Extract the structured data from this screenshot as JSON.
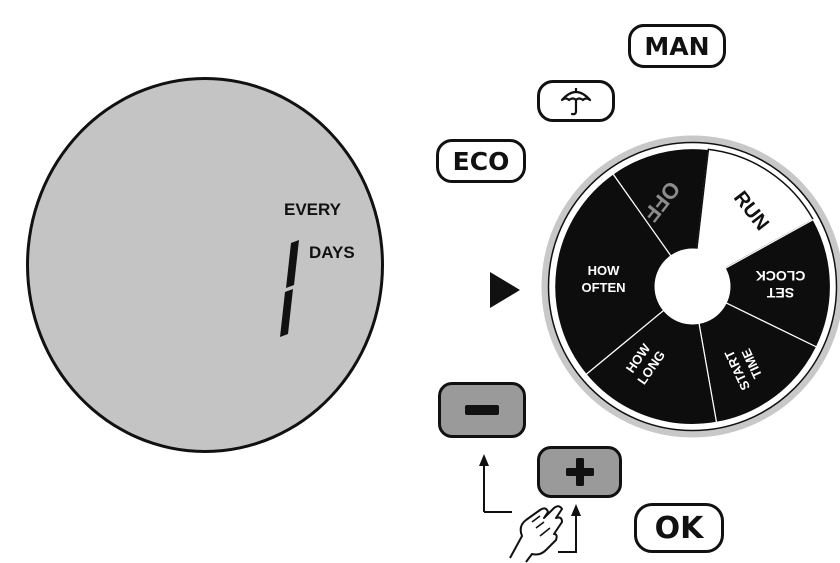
{
  "lcd": {
    "every_label": "EVERY",
    "days_label": "DAYS",
    "digit": "1"
  },
  "buttons": {
    "man_label": "MAN",
    "eco_label": "ECO",
    "ok_label": "OK",
    "rain_icon": "umbrella-icon",
    "minus_icon": "minus-icon",
    "plus_icon": "plus-icon"
  },
  "dial": {
    "segments": [
      {
        "id": "off",
        "label": "OFF"
      },
      {
        "id": "run",
        "label": "RUN"
      },
      {
        "id": "set-clock",
        "line1": "SET",
        "line2": "CLOCK"
      },
      {
        "id": "start-time",
        "line1": "START",
        "line2": "TIME"
      },
      {
        "id": "how-long",
        "line1": "HOW",
        "line2": "LONG"
      },
      {
        "id": "how-often",
        "line1": "HOW",
        "line2": "OFTEN"
      }
    ],
    "selected": "HOW OFTEN"
  },
  "colors": {
    "lcd_background": "#c4c4c4",
    "dial_segment": "#0d0d0d",
    "dial_run_segment": "#ffffff",
    "dial_rim": "#c8c8c8",
    "adjust_button": "#9a9a9a"
  }
}
